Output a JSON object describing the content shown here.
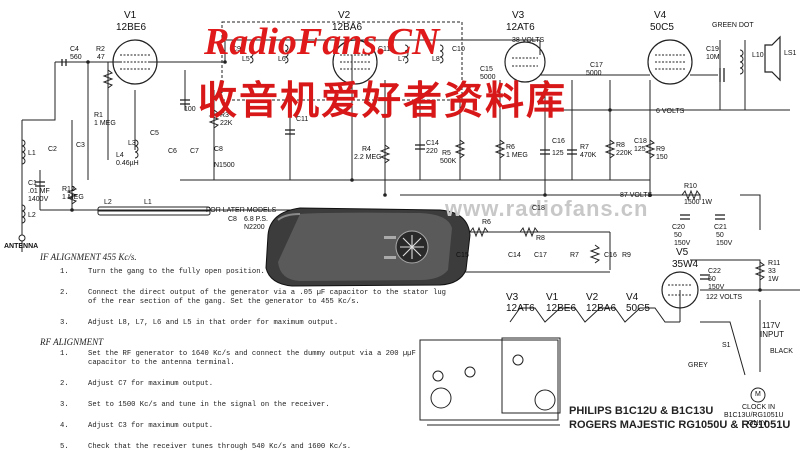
{
  "watermark": {
    "site": "RadioFans.CN",
    "chinese": "收音机爱好者资料库",
    "faint": "www.radiofans.cn",
    "colors": {
      "site": "#e01a1a",
      "chinese": "#d81818"
    }
  },
  "tubes": {
    "v1": {
      "name": "V1",
      "type": "12BE6"
    },
    "v2": {
      "name": "V2",
      "type": "12BA6"
    },
    "v3": {
      "name": "V3",
      "type": "12AT6"
    },
    "v4": {
      "name": "V4",
      "type": "50C5"
    },
    "v5": {
      "name": "V5",
      "type": "35W4"
    }
  },
  "labels": {
    "c4": "C4",
    "c4v": "560",
    "r2": "R2",
    "r2v": "47",
    "c9": "C9",
    "l5": "L5",
    "c10": "C10",
    "l6": "L6",
    "l7": "L7",
    "c11t": "C11",
    "l8": "L8",
    "v38": "38 VOLTS",
    "c15": "C15",
    "c15v": "5000",
    "c17": "C17",
    "c17v": "5000",
    "c19": "C19",
    "c19v": "10M",
    "green": "GREEN DOT",
    "l10": "L10",
    "ls1": "LS1",
    "r1": "R1",
    "r1v": "1 MEG",
    "c3": "C3",
    "c2": "C2",
    "l1": "L1",
    "l3": "L3",
    "l4": "L4",
    "l4v": "0.46µH",
    "c6": "C6",
    "c7": "C7",
    "c5": "C5",
    "r3": "R3",
    "r3v": "22K",
    "c8": "C8",
    "c8v": "N1500",
    "c11": "C11",
    "c100": "100",
    "r4": "R4",
    "r4v": "2.2 MEG",
    "c14": "C14",
    "c14v": "220",
    "r5": "R5",
    "r5v": "500K",
    "r6": "R6",
    "r6v": "1 MEG",
    "c16": "C16",
    "c16v": "125",
    "r7": "R7",
    "r7v": "470K",
    "r8": "R8",
    "r8v": "220K",
    "c18": "C18",
    "c18v": "125",
    "r9": "R9",
    "r9v": "150",
    "v6": "6 VOLTS",
    "c1": "C1",
    "c1v": ".01 MF 1400V",
    "r12": "R12",
    "r12v": "1 MEG",
    "l2": "L2",
    "antenna": "ANTENNA",
    "r10": "R10",
    "r10v": "1500 1W",
    "v87": "87 VOLTS",
    "c20": "C20",
    "c20v": "50 150V",
    "c21": "C21",
    "c21v": "50 150V",
    "later": "FOR LATER MODELS",
    "later_c8": "C8",
    "later_c8v": "6.8 P.S. N2200",
    "r6b": "R6",
    "r8b": "R8",
    "c18b": "C18",
    "c15b": "C15",
    "c14b": "C14",
    "c17b": "C17",
    "r7b": "R7",
    "c16b": "C16",
    "r9b": "R9",
    "c22": "C22",
    "c22v": "50 150V",
    "r11": "R11",
    "r11v": "33 1W",
    "v122": "122 VOLTS",
    "v117": "117V",
    "input": "INPUT",
    "s1": "S1",
    "clock1": "CLOCK IN",
    "clock2": "B1C13U/RG1051U",
    "clock3": "ONLY",
    "m": "M",
    "grey": "GREY",
    "black": "BLACK"
  },
  "heater_chain": [
    "V3 12AT6",
    "V1 12BE6",
    "V2 12BA6",
    "V4 50C5"
  ],
  "if_alignment": {
    "heading": "IF ALIGNMENT 455 Kc/s.",
    "steps": [
      {
        "num": "1.",
        "lines": [
          "Turn the gang to the fully open position."
        ]
      },
      {
        "num": "2.",
        "lines": [
          "Connect the direct output of the generator via a .05 µF capacitor to the stator lug",
          "of the rear section of the gang. Set the generator to 455 Kc/s."
        ]
      },
      {
        "num": "3.",
        "lines": [
          "Adjust L8, L7, L6 and L5 in that order for maximum output."
        ]
      }
    ]
  },
  "rf_alignment": {
    "heading": "RF ALIGNMENT",
    "steps": [
      {
        "num": "1.",
        "lines": [
          "Set the RF generator to 1640 Kc/s and connect the dummy output via a 200 µµF",
          "capacitor to the antenna terminal."
        ]
      },
      {
        "num": "2.",
        "lines": [
          "Adjust C7 for maximum output."
        ]
      },
      {
        "num": "3.",
        "lines": [
          "Set to 1500 Kc/s and tune in the signal on the receiver."
        ]
      },
      {
        "num": "4.",
        "lines": [
          "Adjust C3 for maximum output."
        ]
      },
      {
        "num": "5.",
        "lines": [
          "Check that the receiver tunes through 540 Kc/s and 1600 Kc/s."
        ]
      }
    ]
  },
  "models": {
    "line1": "PHILIPS B1C12U & B1C13U",
    "line2": "ROGERS MAJESTIC RG1050U & RG1051U"
  }
}
